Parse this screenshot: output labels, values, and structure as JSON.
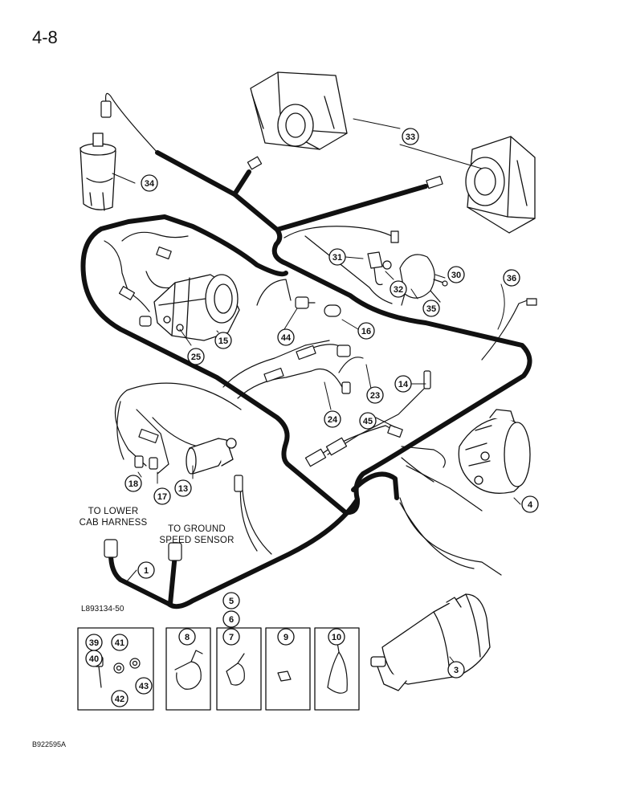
{
  "page_number": "4-8",
  "notes": {
    "lower_cab": [
      "TO LOWER",
      "CAB HARNESS"
    ],
    "ground_speed": [
      "TO GROUND",
      "SPEED SENSOR"
    ]
  },
  "figure_code": "L893134-50",
  "document_code": "B922595A",
  "callouts": [
    "1",
    "3",
    "4",
    "5",
    "6",
    "7",
    "8",
    "9",
    "10",
    "13",
    "14",
    "15",
    "16",
    "17",
    "18",
    "23",
    "24",
    "25",
    "30",
    "31",
    "32",
    "33",
    "34",
    "35",
    "36",
    "39",
    "40",
    "41",
    "42",
    "43",
    "44",
    "45"
  ],
  "colors": {
    "ink": "#111111",
    "paper": "#ffffff"
  }
}
